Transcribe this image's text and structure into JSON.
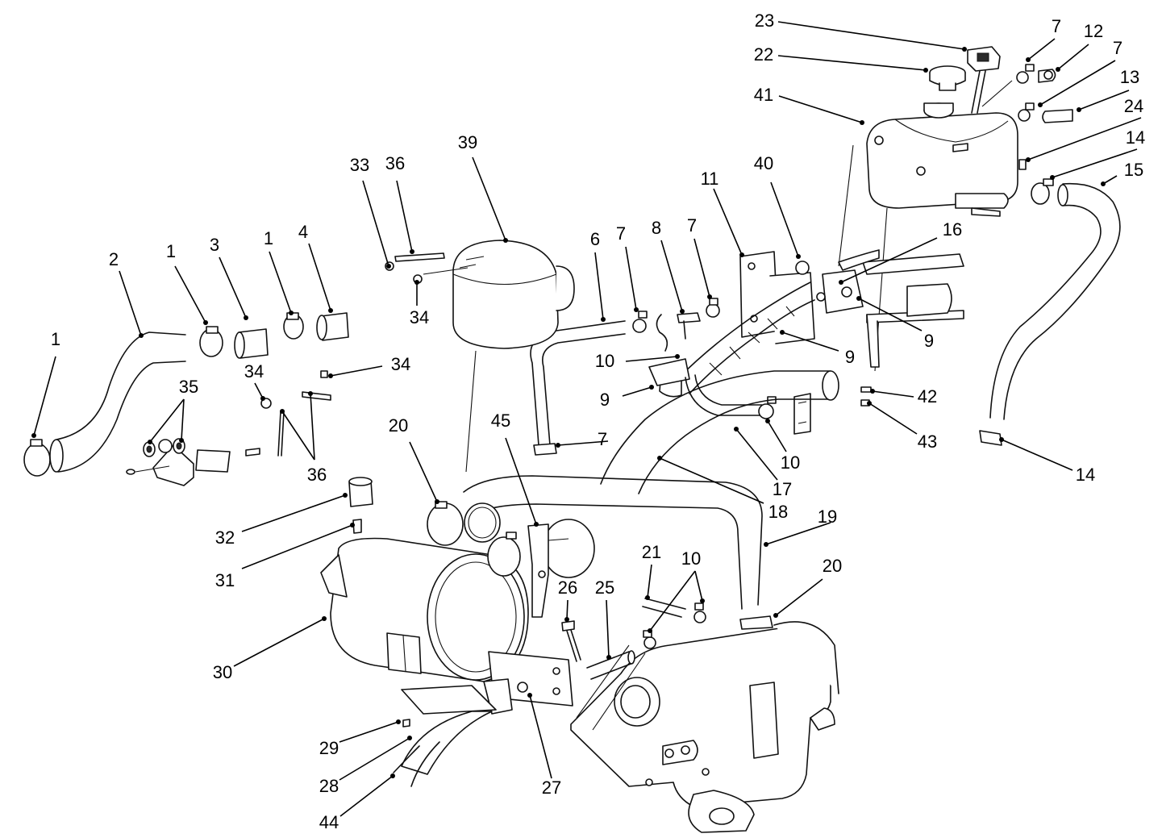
{
  "callouts": [
    {
      "id": "c23",
      "label": "23"
    },
    {
      "id": "c22",
      "label": "22"
    },
    {
      "id": "c41",
      "label": "41"
    },
    {
      "id": "c7a",
      "label": "7"
    },
    {
      "id": "c12",
      "label": "12"
    },
    {
      "id": "c7b",
      "label": "7"
    },
    {
      "id": "c13",
      "label": "13"
    },
    {
      "id": "c24",
      "label": "24"
    },
    {
      "id": "c14a",
      "label": "14"
    },
    {
      "id": "c15",
      "label": "15"
    },
    {
      "id": "c39",
      "label": "39"
    },
    {
      "id": "c33",
      "label": "33"
    },
    {
      "id": "c36a",
      "label": "36"
    },
    {
      "id": "c40",
      "label": "40"
    },
    {
      "id": "c11",
      "label": "11"
    },
    {
      "id": "c16",
      "label": "16"
    },
    {
      "id": "c2",
      "label": "2"
    },
    {
      "id": "c1a",
      "label": "1"
    },
    {
      "id": "c3",
      "label": "3"
    },
    {
      "id": "c1b",
      "label": "1"
    },
    {
      "id": "c4",
      "label": "4"
    },
    {
      "id": "c6",
      "label": "6"
    },
    {
      "id": "c7c",
      "label": "7"
    },
    {
      "id": "c8",
      "label": "8"
    },
    {
      "id": "c7d",
      "label": "7"
    },
    {
      "id": "c34a",
      "label": "34"
    },
    {
      "id": "c9a",
      "label": "9"
    },
    {
      "id": "c9b",
      "label": "9"
    },
    {
      "id": "c1c",
      "label": "1"
    },
    {
      "id": "c10a",
      "label": "10"
    },
    {
      "id": "c9c",
      "label": "9"
    },
    {
      "id": "c34b",
      "label": "34"
    },
    {
      "id": "c34c",
      "label": "34"
    },
    {
      "id": "c35",
      "label": "35"
    },
    {
      "id": "c42",
      "label": "42"
    },
    {
      "id": "c43",
      "label": "43"
    },
    {
      "id": "c7e",
      "label": "7"
    },
    {
      "id": "c20a",
      "label": "20"
    },
    {
      "id": "c45",
      "label": "45"
    },
    {
      "id": "c10b",
      "label": "10"
    },
    {
      "id": "c17",
      "label": "17"
    },
    {
      "id": "c36b",
      "label": "36"
    },
    {
      "id": "c14b",
      "label": "14"
    },
    {
      "id": "c18",
      "label": "18"
    },
    {
      "id": "c19",
      "label": "19"
    },
    {
      "id": "c32",
      "label": "32"
    },
    {
      "id": "c31",
      "label": "31"
    },
    {
      "id": "c21",
      "label": "21"
    },
    {
      "id": "c10c",
      "label": "10"
    },
    {
      "id": "c20b",
      "label": "20"
    },
    {
      "id": "c26",
      "label": "26"
    },
    {
      "id": "c25",
      "label": "25"
    },
    {
      "id": "c30",
      "label": "30"
    },
    {
      "id": "c29",
      "label": "29"
    },
    {
      "id": "c28",
      "label": "28"
    },
    {
      "id": "c27",
      "label": "27"
    },
    {
      "id": "c44",
      "label": "44"
    }
  ]
}
